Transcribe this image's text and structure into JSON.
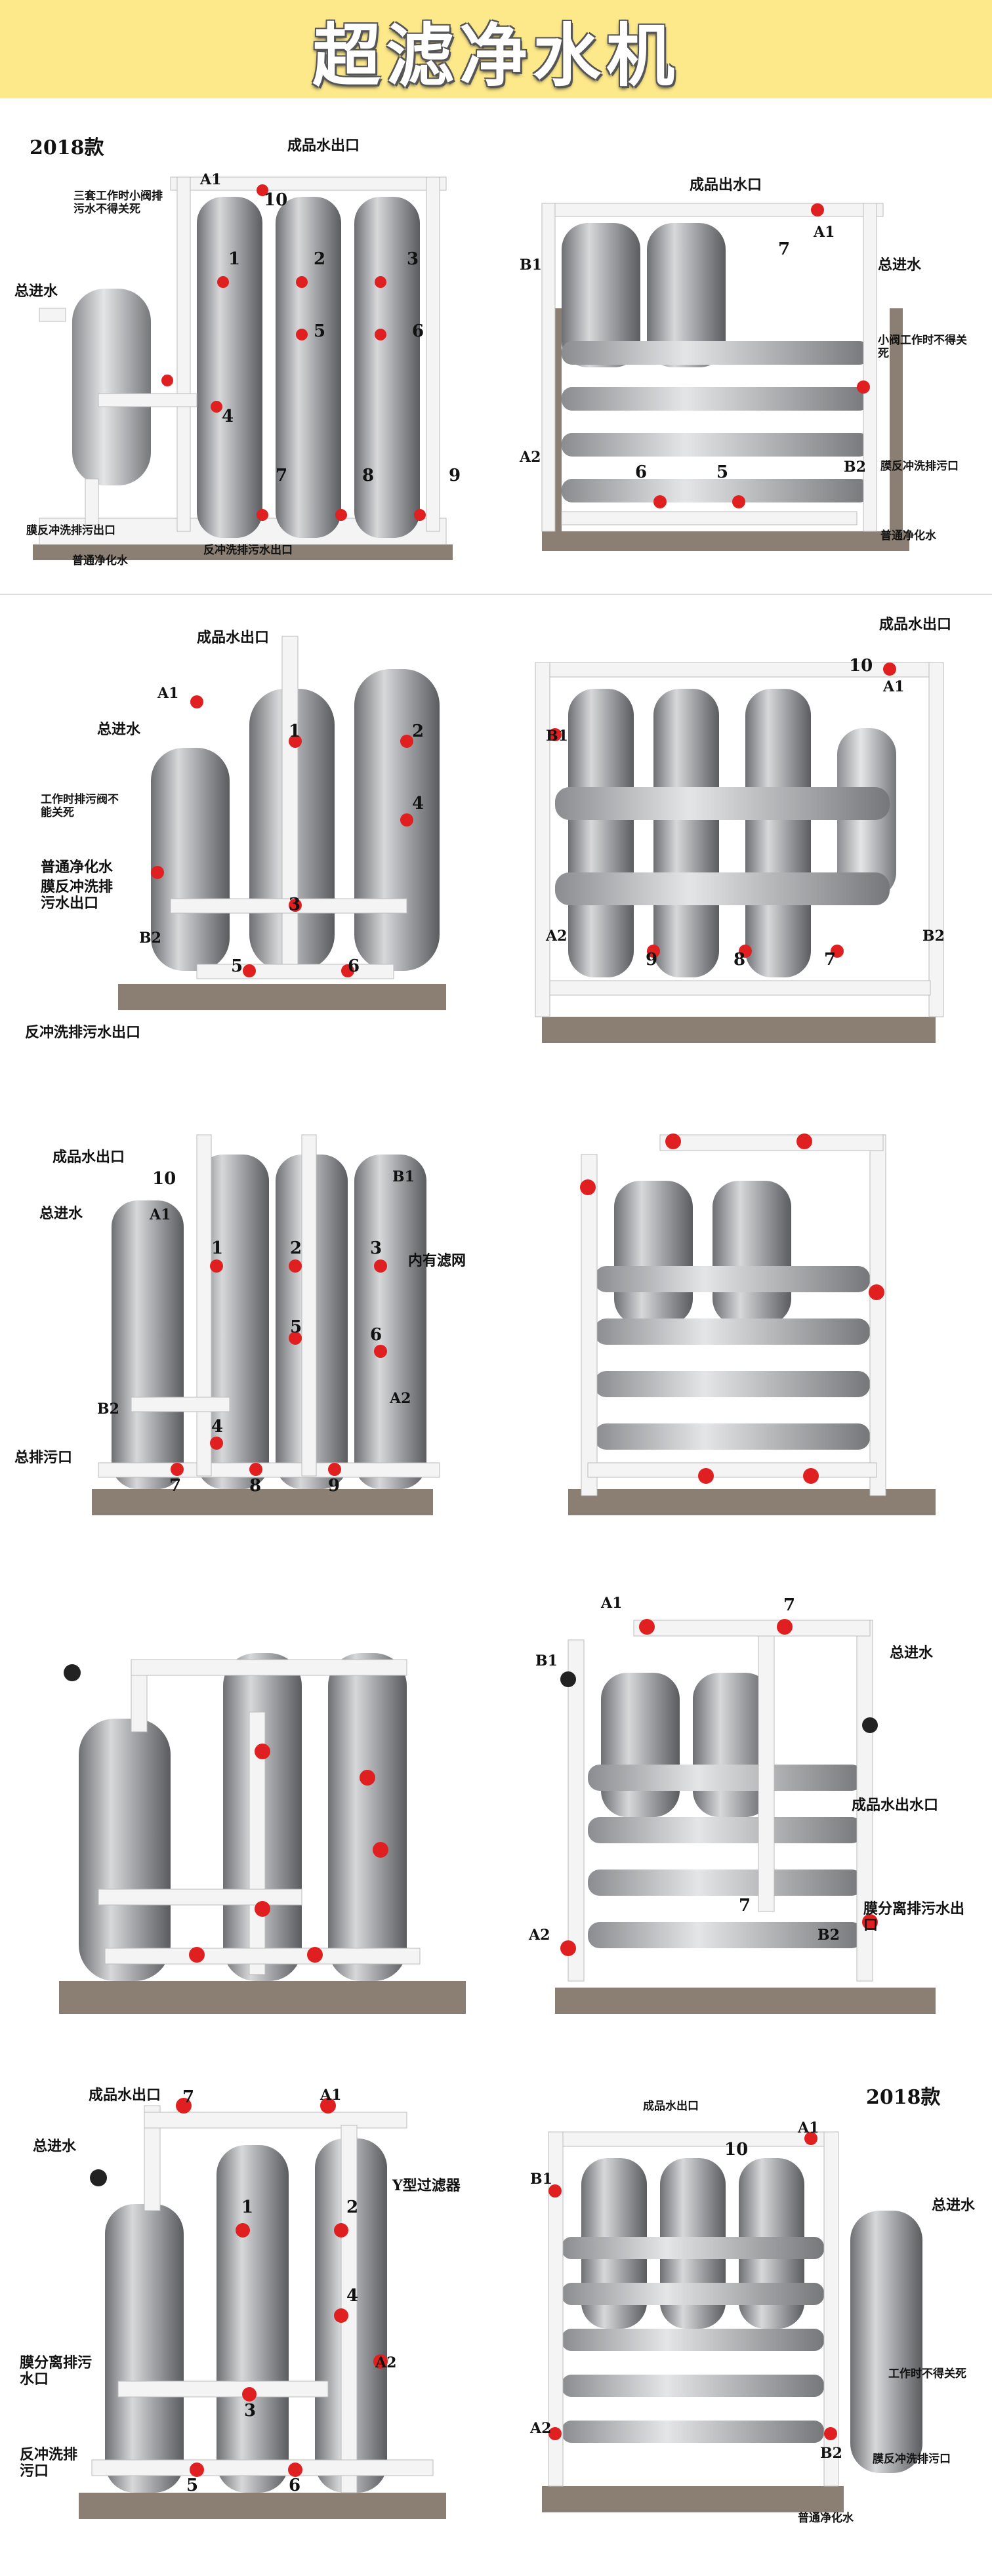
{
  "title": "超滤净水机",
  "panel1": {
    "year": "2018款",
    "labels": {
      "product_out": "成品水出口",
      "a1": "A1",
      "three_tank_note": "三套工作时小阀排污水不得关死",
      "main_in": "总进水",
      "membrane_backwash": "膜反冲洗排污出口",
      "ordinary": "普通净化水",
      "backwash_out": "反冲洗排污水出口"
    },
    "nums": [
      "10",
      "1",
      "2",
      "3",
      "4",
      "5",
      "6",
      "7",
      "8",
      "9"
    ]
  },
  "panel2": {
    "labels": {
      "product_out": "成品出水口",
      "a1": "A1",
      "b1": "B1",
      "main_in": "总进水",
      "valve_note": "小阀工作时不得关死",
      "a2": "A2",
      "b2": "B2",
      "membrane_backwash": "膜反冲洗排污口",
      "ordinary": "普通净化水"
    },
    "nums": [
      "7",
      "6",
      "5"
    ]
  },
  "panel3": {
    "labels": {
      "product_out": "成品水出口",
      "a1": "A1",
      "main_in": "总进水",
      "drain_note": "工作时排污阀不能关死",
      "ordinary": "普通净化水",
      "membrane_backwash": "膜反冲洗排污水出口",
      "b2": "B2",
      "backwash_out": "反冲洗排污水出口"
    },
    "nums": [
      "1",
      "2",
      "3",
      "4",
      "5",
      "6"
    ]
  },
  "panel4": {
    "labels": {
      "product_out": "成品水出口",
      "ten": "10",
      "a1": "A1",
      "b1": "B1",
      "a2": "A2",
      "b2": "B2"
    },
    "nums": [
      "9",
      "8",
      "7"
    ]
  },
  "panel5": {
    "labels": {
      "product_out": "成品水出口",
      "ten": "10",
      "main_in": "总进水",
      "a1": "A1",
      "b1": "B1",
      "inner_filter": "内有滤网",
      "b2": "B2",
      "a2": "A2",
      "main_drain": "总排污口"
    },
    "nums": [
      "1",
      "2",
      "3",
      "5",
      "6",
      "4",
      "7",
      "8",
      "9"
    ]
  },
  "panel6": {
    "labels": {}
  },
  "panel7": {
    "labels": {}
  },
  "panel8": {
    "labels": {
      "a1": "A1",
      "seven": "7",
      "b1": "B1",
      "main_in": "总进水",
      "product_out": "成品水出水口",
      "a2": "A2",
      "b2": "B2",
      "membrane_drain": "膜分离排污水出口"
    },
    "nums": [
      "7"
    ]
  },
  "panel9": {
    "labels": {
      "product_out": "成品水出口",
      "seven": "7",
      "a1": "A1",
      "main_in": "总进水",
      "y_filter": "Y型过滤器",
      "membrane_drain": "膜分离排污水口",
      "a2": "A2",
      "backwash": "反冲洗排污口"
    },
    "nums": [
      "1",
      "2",
      "4",
      "3",
      "5",
      "6"
    ]
  },
  "panel10": {
    "year": "2018款",
    "labels": {
      "product_out": "成品水出口",
      "ten": "10",
      "a1": "A1",
      "b1": "B1",
      "main_in": "总进水",
      "valve_note": "工作时不得关死",
      "a2": "A2",
      "b2": "B2",
      "membrane_backwash": "膜反冲洗排污口",
      "ordinary": "普通净化水"
    }
  },
  "colors": {
    "banner": "#fde98a",
    "steel": "#a9abad",
    "pipe": "#f4f4f4",
    "valve": "#e02020",
    "frame": "#8a7f72"
  }
}
